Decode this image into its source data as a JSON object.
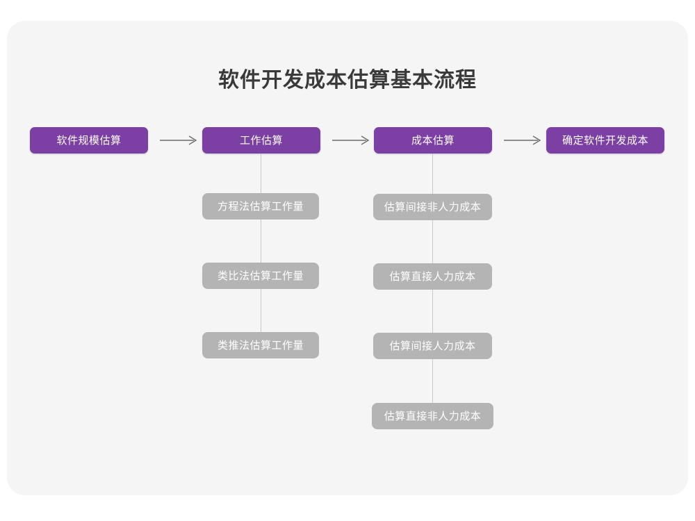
{
  "page": {
    "background": "#ffffff",
    "card_background": "#f5f5f5"
  },
  "diagram": {
    "title": "软件开发成本估算基本流程",
    "colors": {
      "primary": "#7c3fa3",
      "secondary": "#b4b4b4",
      "connector": "#c9c9c9",
      "arrow": "#6b6b6b",
      "title_text": "#3a3a3a",
      "node_text": "#ffffff"
    },
    "main_flow": [
      {
        "label": "软件规模估算"
      },
      {
        "label": "工作估算"
      },
      {
        "label": "成本估算"
      },
      {
        "label": "确定软件开发成本"
      }
    ],
    "arrows": [
      {
        "name": "arrow-1",
        "glyph": "→"
      },
      {
        "name": "arrow-2",
        "glyph": "→"
      },
      {
        "name": "arrow-3",
        "glyph": "→"
      }
    ],
    "branch_effort": [
      {
        "label": "方程法估算工作量"
      },
      {
        "label": "类比法估算工作量"
      },
      {
        "label": "类推法估算工作量"
      }
    ],
    "branch_cost": [
      {
        "label": "估算间接非人力成本"
      },
      {
        "label": "估算直接人力成本"
      },
      {
        "label": "估算间接人力成本"
      },
      {
        "label": "估算直接非人力成本"
      }
    ]
  }
}
